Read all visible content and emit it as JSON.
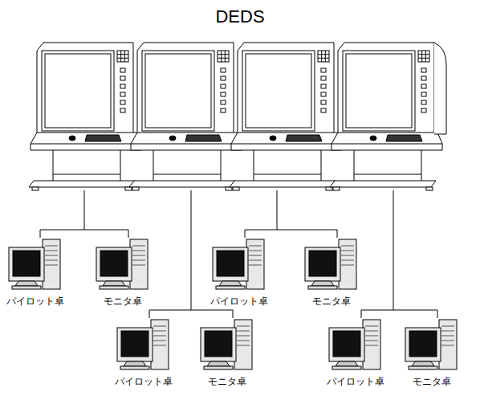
{
  "diagram": {
    "title": "DEDS",
    "nodes": [
      {
        "text": [
          "パイロット卓"
        ]
      },
      {
        "text": [
          "モニタ卓"
        ]
      },
      {
        "text": [
          "パイロット卓"
        ]
      },
      {
        "text": [
          "モニタ卓"
        ]
      },
      {
        "text": [
          "パイロット卓"
        ]
      },
      {
        "text": [
          "モニタ卓"
        ]
      },
      {
        "text": [
          "パイロット卓"
        ]
      },
      {
        "text": [
          "モニタ卓"
        ]
      }
    ]
  }
}
